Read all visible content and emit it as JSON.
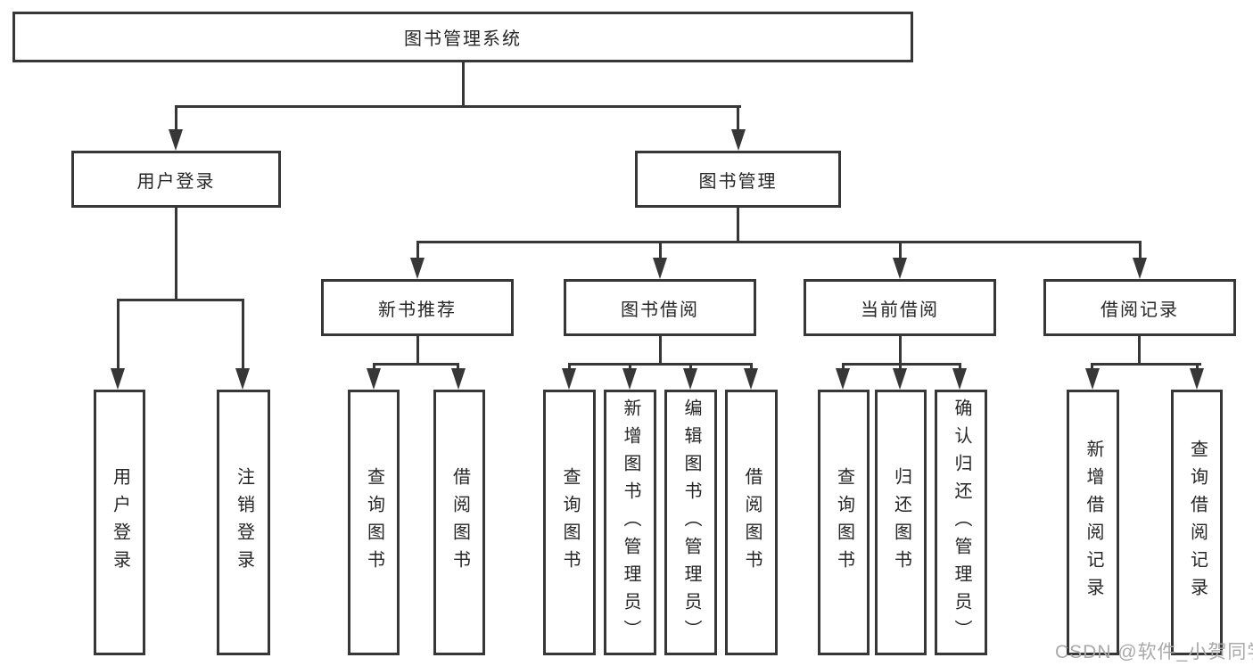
{
  "tree": {
    "root": "图书管理系统",
    "level2": [
      "用户登录",
      "图书管理"
    ],
    "user_login_children": [
      "用户登录",
      "注销登录"
    ],
    "level3": [
      "新书推荐",
      "图书借阅",
      "当前借阅",
      "借阅记录"
    ],
    "new_book_children": [
      "查询图书",
      "借阅图书"
    ],
    "book_borrow_children": [
      "查询图书",
      "新增图书（管理员）",
      "编辑图书（管理员）",
      "借阅图书"
    ],
    "current_borrow_children": [
      "查询图书",
      "归还图书",
      "确认归还（管理员）"
    ],
    "records_children": [
      "新增借阅记录",
      "查询借阅记录"
    ]
  },
  "watermark": "CSDN @软件_小贺同学",
  "colors": {
    "line": "#373737",
    "text": "#262626",
    "watermark": "#a9a9a9",
    "background": "#ffffff"
  }
}
